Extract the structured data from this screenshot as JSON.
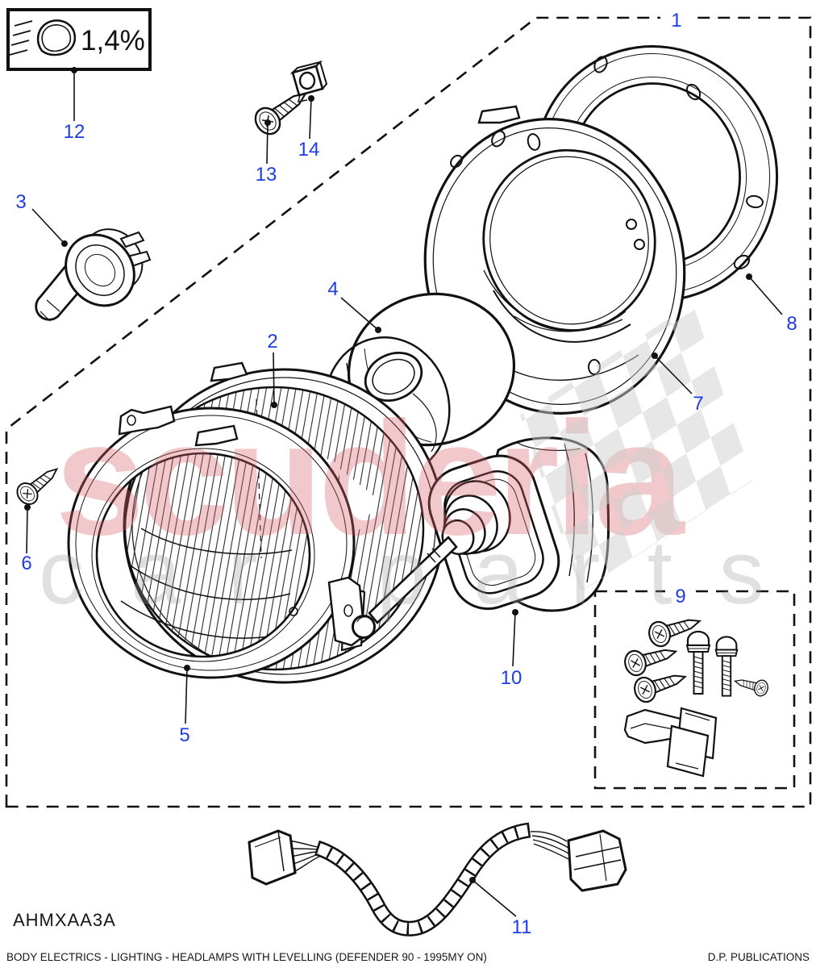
{
  "callouts": [
    "1",
    "2",
    "3",
    "4",
    "5",
    "6",
    "7",
    "8",
    "9",
    "10",
    "11",
    "12",
    "13",
    "14"
  ],
  "levelling_box": {
    "value": "1,4%"
  },
  "watermark": {
    "title": "scuderia",
    "subtitle": "car parts"
  },
  "footer": {
    "drawing_code": "AHMXAA3A",
    "left": "BODY ELECTRICS - LIGHTING - HEADLAMPS WITH LEVELLING  (DEFENDER 90 - 1995MY ON)",
    "right": "D.P. PUBLICATIONS"
  },
  "colors": {
    "callout": "#1d3ce6",
    "line": "#111111",
    "watermark_pink": "#d95f68",
    "watermark_gray": "#9b9b9b"
  }
}
